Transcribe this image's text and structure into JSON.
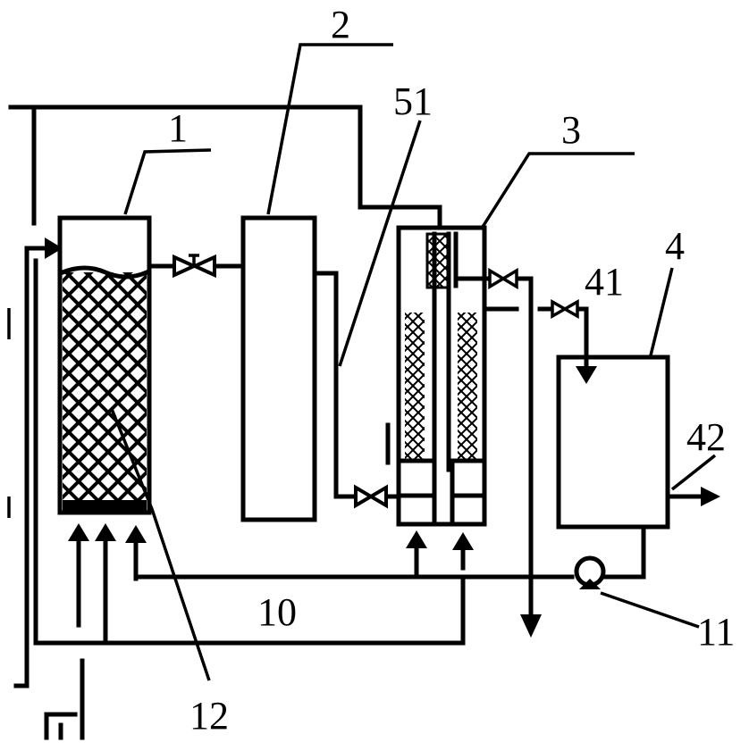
{
  "labels": {
    "l1": "1",
    "l2": "2",
    "l51": "51",
    "l3": "3",
    "l4": "4",
    "l41": "41",
    "l42": "42",
    "l10": "10",
    "l11": "11",
    "l12": "12"
  },
  "colors": {
    "line": "#000000",
    "background": "#ffffff"
  }
}
